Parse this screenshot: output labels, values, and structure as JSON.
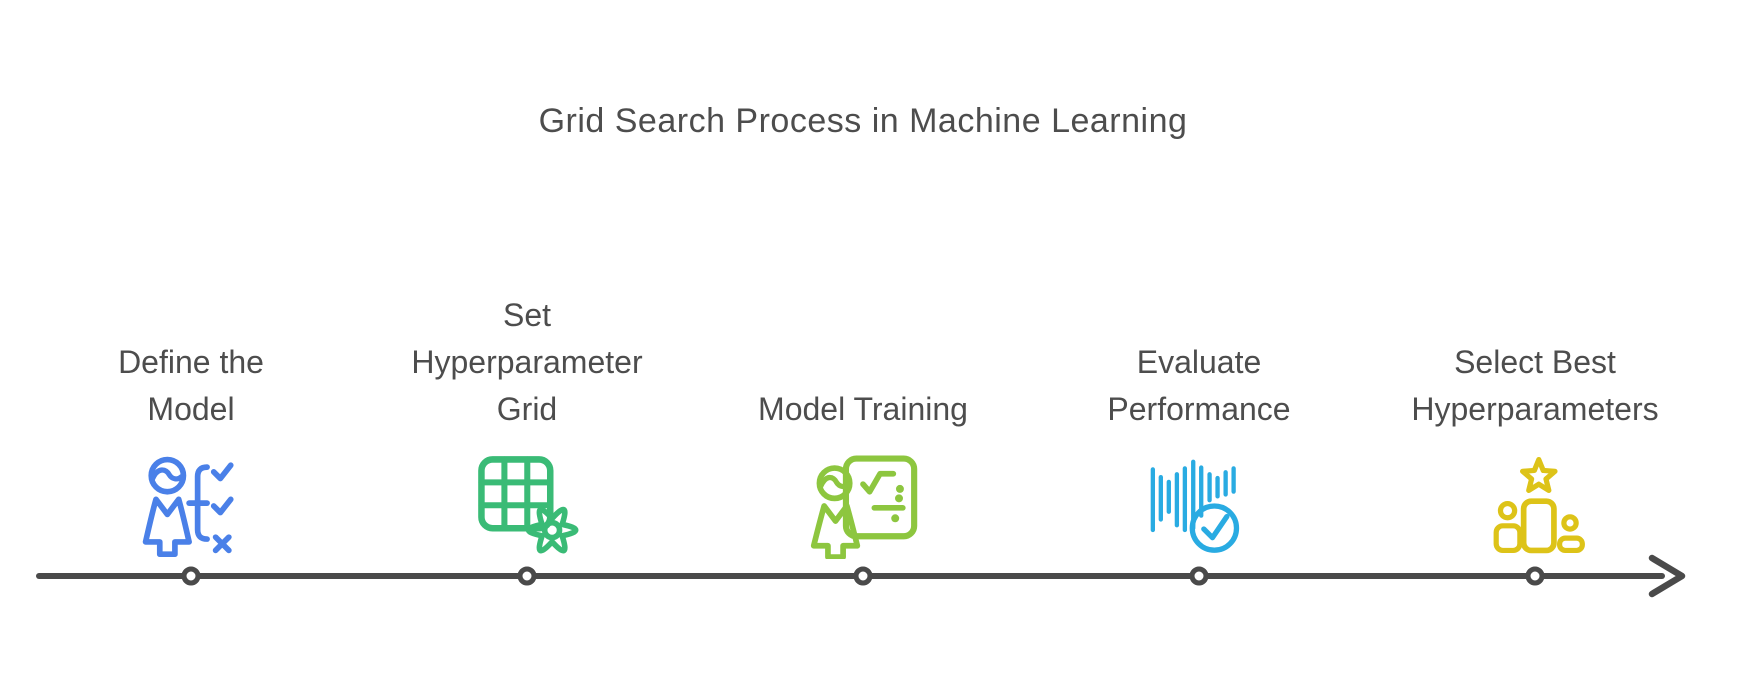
{
  "title": "Grid Search Process in Machine Learning",
  "colors": {
    "text": "#4d4d4d",
    "timeline": "#4a4a4a",
    "background": "#ffffff"
  },
  "steps": [
    {
      "label": "Define the\nModel",
      "icon": "person-decision-checklist-icon",
      "accent": "#4a80e8"
    },
    {
      "label": "Set\nHyperparameter\nGrid",
      "icon": "grid-gear-icon",
      "accent": "#3abb76"
    },
    {
      "label": "Model Training",
      "icon": "trainer-whiteboard-icon",
      "accent": "#8dc63f"
    },
    {
      "label": "Evaluate\nPerformance",
      "icon": "waveform-checkmark-icon",
      "accent": "#29abe2"
    },
    {
      "label": "Select Best\nHyperparameters",
      "icon": "podium-star-icon",
      "accent": "#ddc318"
    }
  ],
  "timeline": {
    "node_count": 5,
    "direction": "left-to-right",
    "arrow": "right-arrow-icon"
  }
}
